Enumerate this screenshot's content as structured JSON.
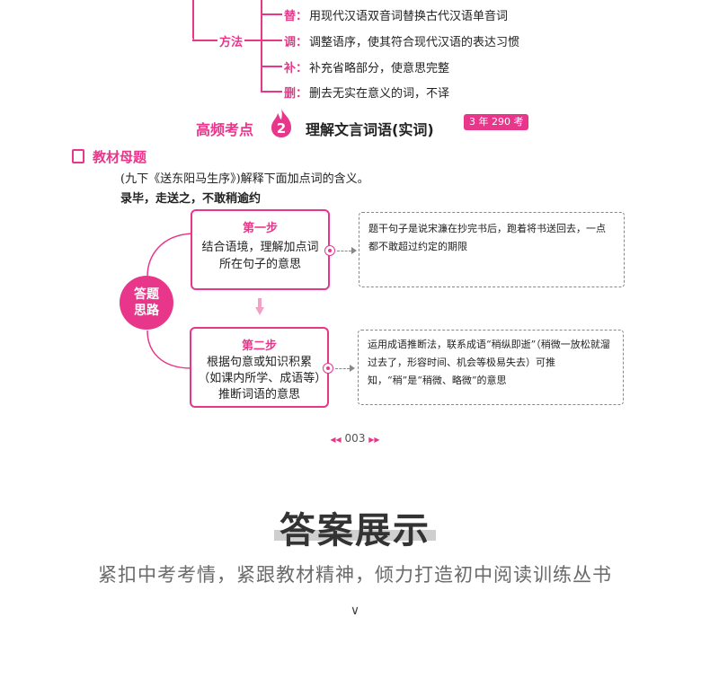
{
  "method_tree": {
    "label": "方法",
    "rows": [
      {
        "key": "替：",
        "text": "用现代汉语双音词替换古代汉语单音词"
      },
      {
        "key": "调：",
        "text": "调整语序，使其符合现代汉语的表达习惯"
      },
      {
        "key": "补：",
        "text": "补充省略部分，使意思完整"
      },
      {
        "key": "删：",
        "text": "删去无实在意义的词，不译"
      }
    ]
  },
  "heading": {
    "prefix": "高频考点",
    "number": "2",
    "title": "理解文言词语(实词)",
    "badge": "3 年 290 考"
  },
  "textbook": {
    "label": "教材母题",
    "question": "(九下《送东阳马生序》)解释下面加点词的含义。",
    "sentence": "录毕，走送之，不敢稍逾约"
  },
  "flow": {
    "center": [
      "答题",
      "思路"
    ],
    "step1": {
      "title": "第一步",
      "desc": "结合语境，理解加点词所在句子的意思",
      "note": "题干句子是说宋濂在抄完书后，跑着将书送回去，一点都不敢超过约定的期限"
    },
    "step2": {
      "title": "第二步",
      "desc": "根据句意或知识积累（如课内所学、成语等）推断词语的意思",
      "note": "运用成语推断法，联系成语“稍纵即逝”（稍微一放松就溜过去了，形容时间、机会等极易失去）可推知，“稍”是“稍微、略微”的意思"
    }
  },
  "page_number": "003",
  "answer_section": {
    "title": "答案展示",
    "subtitle": "紧扣中考考情，紧跟教材精神，倾力打造初中阅读训练丛书",
    "chevron": "∨"
  },
  "colors": {
    "accent": "#e8378a",
    "text": "#222222",
    "muted": "#6a6a6a"
  }
}
